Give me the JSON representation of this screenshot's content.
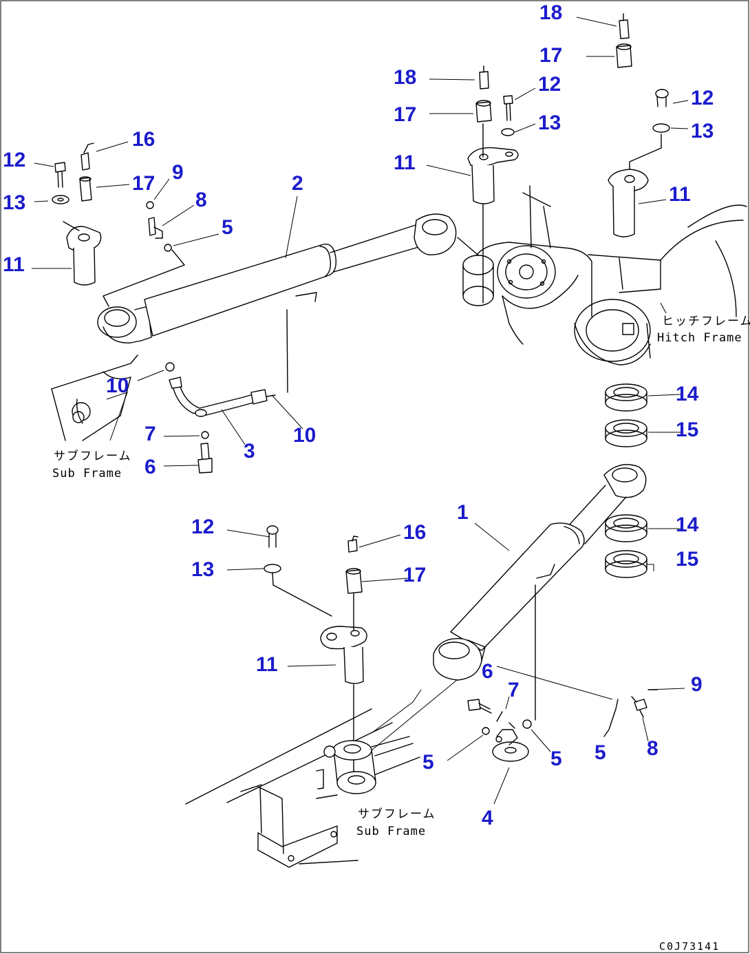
{
  "callouts": [
    "18",
    "17",
    "18",
    "12",
    "17",
    "13",
    "11",
    "12",
    "13",
    "11",
    "16",
    "12",
    "9",
    "17",
    "13",
    "8",
    "2",
    "5",
    "11",
    "10",
    "10",
    "7",
    "3",
    "6",
    "14",
    "15",
    "1",
    "14",
    "12",
    "16",
    "15",
    "13",
    "17",
    "11",
    "6",
    "9",
    "7",
    "5",
    "5",
    "5",
    "8",
    "4"
  ],
  "frame_labels": {
    "hitch_frame_jp": "ヒッチフレーム",
    "hitch_frame_en": "Hitch Frame",
    "sub_frame_left_jp": "サブフレーム",
    "sub_frame_left_en": "Sub Frame",
    "sub_frame_bottom_jp": "サブフレーム",
    "sub_frame_bottom_en": "Sub Frame"
  },
  "drawing_code": "C0J73141"
}
